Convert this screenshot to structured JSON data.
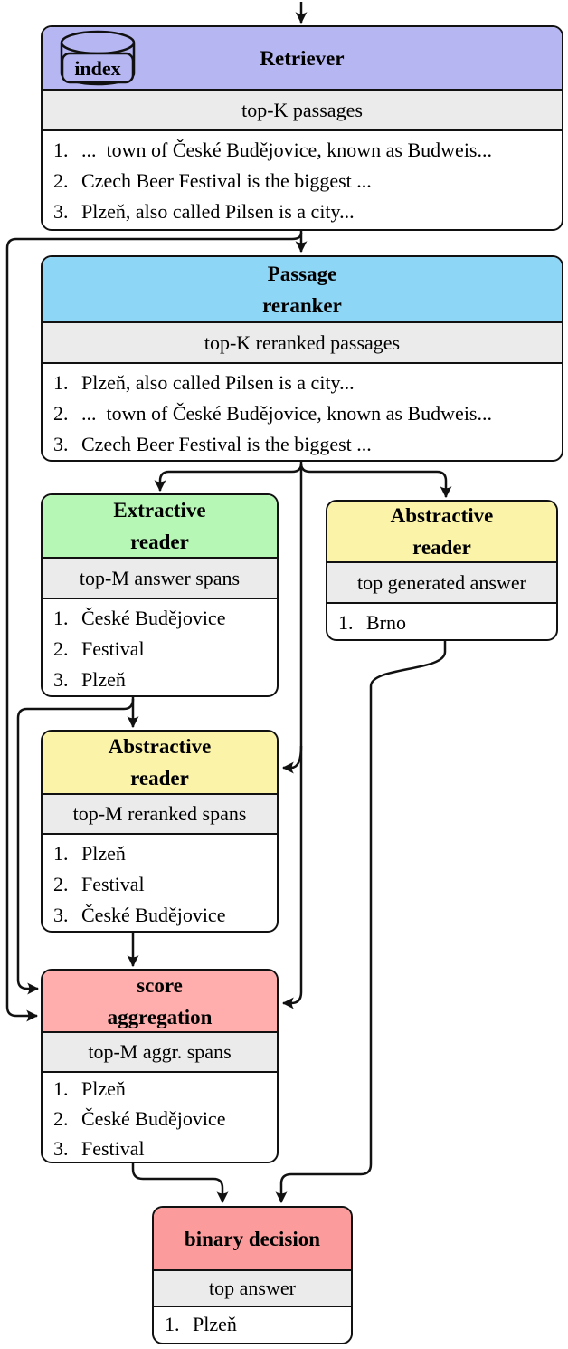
{
  "colors": {
    "purple": "#b6b6f2",
    "blue": "#8ed6f6",
    "green": "#b6f7b6",
    "yellow": "#fbf3a8",
    "pink": "#ffadad",
    "red": "#fb9b9b",
    "gray": "#ebebeb",
    "line": "#111111"
  },
  "nodes": {
    "retriever": {
      "title": "Retriever",
      "icon_label": "index",
      "output_label": "top-K passages",
      "items": [
        {
          "num": "1.",
          "text": "...  town of České Budějovice, known as Budweis..."
        },
        {
          "num": "2.",
          "text": "Czech Beer Festival is the biggest ..."
        },
        {
          "num": "3.",
          "text": "Plzeň, also called Pilsen is a city..."
        }
      ]
    },
    "passage_reranker": {
      "title_line1": "Passage",
      "title_line2": "reranker",
      "output_label": "top-K reranked passages",
      "items": [
        {
          "num": "1.",
          "text": "Plzeň, also called Pilsen is a city..."
        },
        {
          "num": "2.",
          "text": "...  town of České Budějovice, known as Budweis..."
        },
        {
          "num": "3.",
          "text": "Czech Beer Festival is the biggest ..."
        }
      ]
    },
    "extractive_reader": {
      "title_line1": "Extractive",
      "title_line2": "reader",
      "output_label": "top-M answer spans",
      "items": [
        {
          "num": "1.",
          "text": "České Budějovice"
        },
        {
          "num": "2.",
          "text": "Festival"
        },
        {
          "num": "3.",
          "text": "Plzeň"
        }
      ]
    },
    "abstractive_reader_right": {
      "title_line1": "Abstractive",
      "title_line2": "reader",
      "output_label": "top generated answer",
      "items": [
        {
          "num": "1.",
          "text": "Brno"
        }
      ]
    },
    "abstractive_reader_left": {
      "title_line1": "Abstractive",
      "title_line2": "reader",
      "output_label": "top-M reranked spans",
      "items": [
        {
          "num": "1.",
          "text": "Plzeň"
        },
        {
          "num": "2.",
          "text": "Festival"
        },
        {
          "num": "3.",
          "text": "České Budějovice"
        }
      ]
    },
    "score_aggregation": {
      "title_line1": "score",
      "title_line2": "aggregation",
      "output_label": "top-M aggr. spans",
      "items": [
        {
          "num": "1.",
          "text": "Plzeň"
        },
        {
          "num": "2.",
          "text": "České Budějovice"
        },
        {
          "num": "3.",
          "text": "Festival"
        }
      ]
    },
    "binary_decision": {
      "title": "binary decision",
      "output_label": "top answer",
      "items": [
        {
          "num": "1.",
          "text": "Plzeň"
        }
      ]
    }
  }
}
